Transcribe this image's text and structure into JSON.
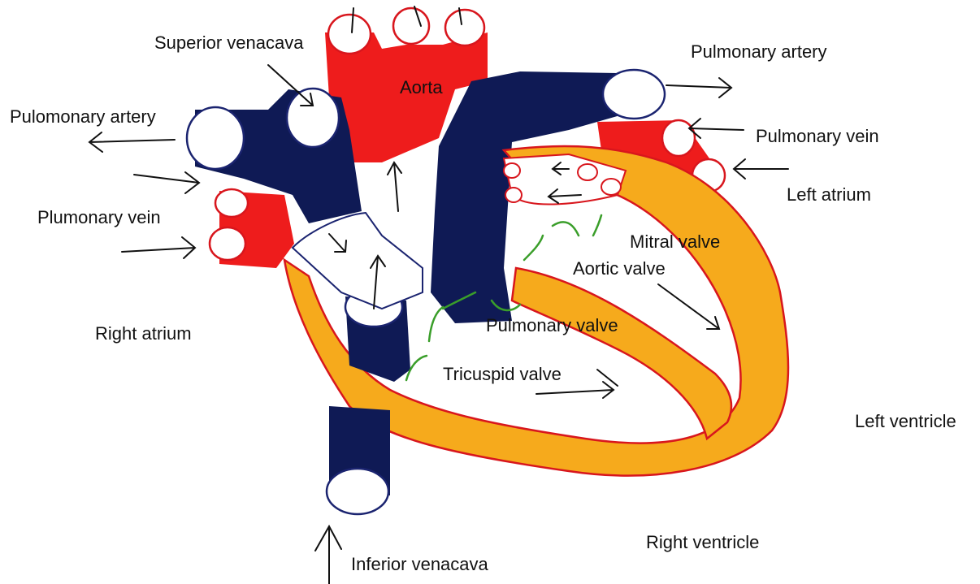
{
  "labels": {
    "superior_venacava": "Superior venacava",
    "aorta": "Aorta",
    "pulmonary_artery_right": "Pulmonary artery",
    "pulomonary_artery_left": "Pulomonary artery",
    "pulmonary_vein_right": "Pulmonary vein",
    "left_atrium": "Left atrium",
    "plumonary_vein_left": "Plumonary vein",
    "mitral_valve": "Mitral valve",
    "aortic_valve": "Aortic valve",
    "right_atrium": "Right atrium",
    "pulmonary_valve": "Pulmonary valve",
    "tricuspid_valve": "Tricuspid valve",
    "left_ventricle": "Left ventricle",
    "right_ventricle": "Right ventricle",
    "inferior_venacava": "Inferior venacava"
  },
  "colors": {
    "deoxygenated_blue": "#0f1a55",
    "oxygenated_red": "#ee1c1c",
    "heart_wall_orange": "#f6aa1c",
    "outline_red": "#d8161d",
    "valve_green": "#3a9e2a",
    "vessel_outline_navy": "#1b2470",
    "arrow_black": "#111111"
  }
}
